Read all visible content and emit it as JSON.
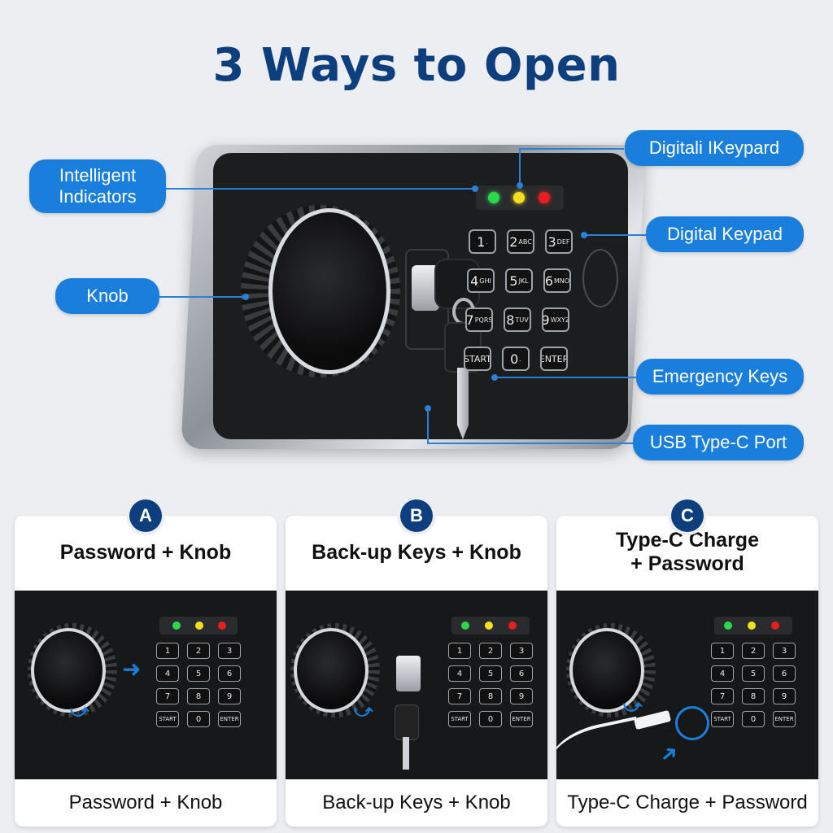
{
  "title": "3 Ways to Open",
  "callouts": {
    "indicators": "Intelligent Indicators",
    "keypard": "Digitali IKeypard",
    "keypad": "Digital Keypad",
    "knob": "Knob",
    "emergency_keys": "Emergency Keys",
    "usb": "USB Type-C Port"
  },
  "colors": {
    "accent": "#1a7fdc",
    "title": "#0d3f7e",
    "led_green": "#2bd84a",
    "led_yellow": "#f4e01a",
    "led_red": "#e81e1e"
  },
  "keypad": [
    {
      "n": "1",
      "s": "."
    },
    {
      "n": "2",
      "s": "ABC"
    },
    {
      "n": "3",
      "s": "DEF"
    },
    {
      "n": "4",
      "s": "GHI"
    },
    {
      "n": "5",
      "s": "JKL"
    },
    {
      "n": "6",
      "s": "MNO"
    },
    {
      "n": "7",
      "s": "PQRS"
    },
    {
      "n": "8",
      "s": "TUV"
    },
    {
      "n": "9",
      "s": "WXYZ"
    },
    {
      "n": "START",
      "s": ""
    },
    {
      "n": "0",
      "s": "."
    },
    {
      "n": "ENTER",
      "s": ""
    }
  ],
  "methods": [
    {
      "badge": "A",
      "heading": "Password + Knob",
      "caption": "Password + Knob"
    },
    {
      "badge": "B",
      "heading": "Back-up Keys + Knob",
      "caption": "Back-up Keys + Knob"
    },
    {
      "badge": "C",
      "heading": "Type-C Charge\n+ Password",
      "caption": "Type-C Charge + Password"
    }
  ]
}
